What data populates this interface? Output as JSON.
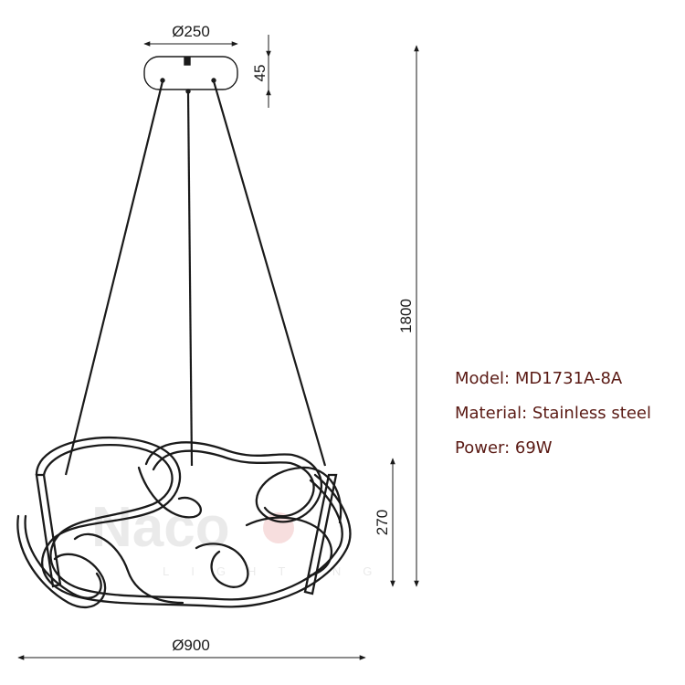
{
  "dimensions": {
    "canopy_diameter": "Ø250",
    "canopy_height": "45",
    "overall_height": "1800",
    "fixture_height": "270",
    "fixture_diameter": "Ø900"
  },
  "specs": [
    {
      "text": "Model: MD1731A-8A"
    },
    {
      "text": "Material: Stainless steel"
    },
    {
      "text": "Power: 69W"
    }
  ],
  "watermark": {
    "brand": "Naco",
    "tagline": "LIGHTING"
  },
  "colors": {
    "line": "#1a1a1a",
    "spec_text": "#5a1a14",
    "watermark": "#d9d9d9",
    "watermark_accent": "#f2c4c4"
  }
}
